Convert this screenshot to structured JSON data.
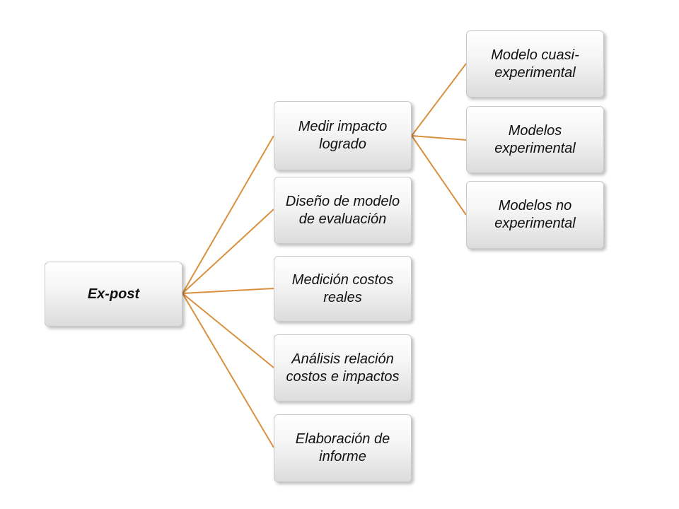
{
  "diagram": {
    "root": {
      "label": "Ex-post"
    },
    "level1": [
      {
        "label": "Medir impacto logrado"
      },
      {
        "label": "Diseño de modelo de evaluación"
      },
      {
        "label": "Medición costos reales"
      },
      {
        "label": "Análisis relación costos e impactos"
      },
      {
        "label": "Elaboración de informe"
      }
    ],
    "level2": [
      {
        "label": "Modelo cuasi-experimental"
      },
      {
        "label": "Modelos experimental"
      },
      {
        "label": "Modelos no experimental"
      }
    ],
    "connector_color": "#d9913f"
  }
}
